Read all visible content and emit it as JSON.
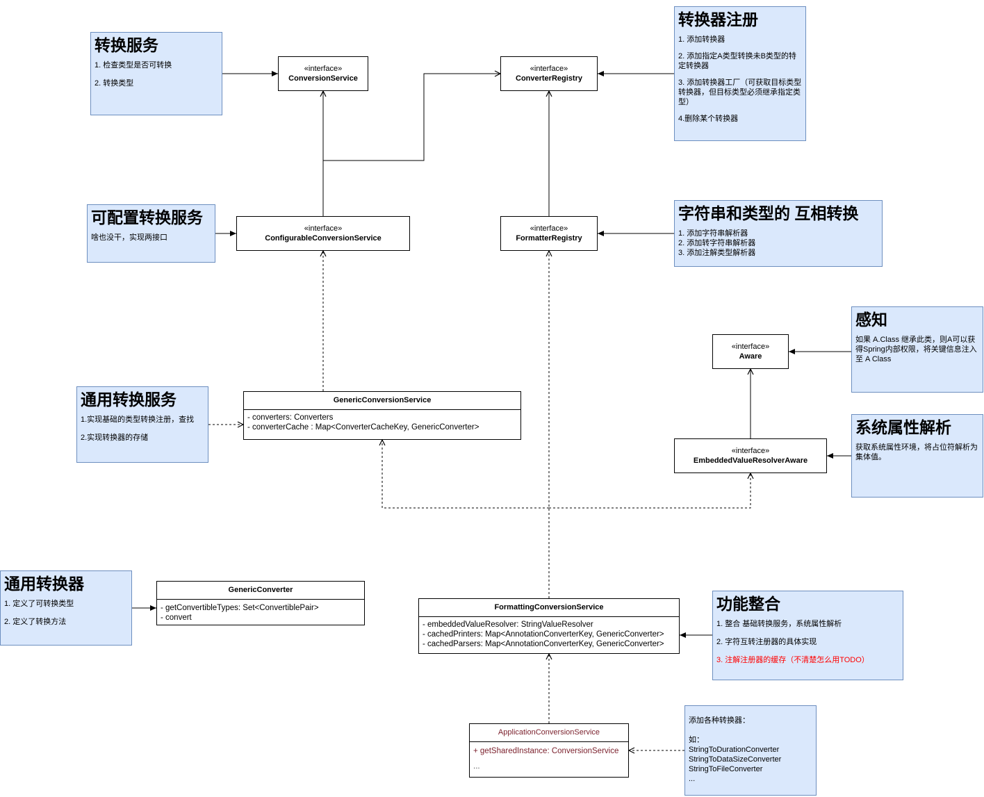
{
  "notes": {
    "conversion_service": {
      "title": "转换服务",
      "items": [
        "1. 检查类型是否可转换",
        "2. 转换类型"
      ]
    },
    "converter_registry": {
      "title": "转换器注册",
      "items": [
        "1. 添加转换器",
        "2. 添加指定A类型转换未B类型的特定转换器",
        "3. 添加转换器工厂（可获取目标类型转换器，但目标类型必须继承指定类型）",
        "4.删除某个转换器"
      ]
    },
    "configurable": {
      "title": "可配置转换服务",
      "items": [
        "啥也没干，实现两接口"
      ]
    },
    "formatter": {
      "title": "字符串和类型的 互相转换",
      "items": [
        "1. 添加字符串解析器",
        "2. 添加转字符串解析器",
        "3. 添加注解类型解析器"
      ]
    },
    "aware": {
      "title": "感知",
      "items": [
        "如果 A.Class 继承此类，则A可以获得Spring内部权限，将关键信息注入至 A Class"
      ]
    },
    "embedded": {
      "title": "系统属性解析",
      "items": [
        "获取系统属性环境，将占位符解析为集体值。"
      ]
    },
    "generic_service": {
      "title": "通用转换服务",
      "items": [
        "1.实现基础的类型转换注册，查找",
        "2.实现转换器的存储"
      ]
    },
    "generic_converter": {
      "title": "通用转换器",
      "items": [
        "1. 定义了可转换类型",
        "2. 定义了转换方法"
      ]
    },
    "integration": {
      "title": "功能整合",
      "items": [
        "1.  整合 基础转换服务，系统属性解析",
        "2. 字符互转注册器的具体实现",
        "3. 注解注册器的缓存（不清楚怎么用TODO）"
      ]
    },
    "add_converters": {
      "intro": "添加各种转换器：",
      "label": "如：",
      "items": [
        "StringToDurationConverter",
        "StringToDataSizeConverter",
        "StringToFileConverter",
        "..."
      ]
    }
  },
  "interfaces": {
    "stereotype": "«interface»",
    "conversion_service": "ConversionService",
    "converter_registry": "ConverterRegistry",
    "configurable": "ConfigurableConversionService",
    "formatter_registry": "FormatterRegistry",
    "aware": "Aware",
    "embedded": "EmbeddedValueResolverAware"
  },
  "classes": {
    "generic_conversion_service": {
      "name": "GenericConversionService",
      "fields": [
        "- converters: Converters",
        "- converterCache : Map<ConverterCacheKey, GenericConverter>"
      ]
    },
    "generic_converter": {
      "name": "GenericConverter",
      "fields": [
        "- getConvertibleTypes: Set<ConvertiblePair>",
        "- convert"
      ]
    },
    "formatting_conversion_service": {
      "name": "FormattingConversionService",
      "fields": [
        "- embeddedValueResolver: StringValueResolver",
        "- cachedPrinters: Map<AnnotationConverterKey, GenericConverter>",
        "- cachedParsers: Map<AnnotationConverterKey, GenericConverter>"
      ]
    },
    "application_conversion_service": {
      "name": "ApplicationConversionService",
      "fields": [
        "+ getSharedInstance: ConversionService",
        "..."
      ]
    }
  }
}
